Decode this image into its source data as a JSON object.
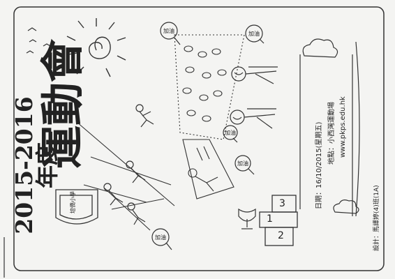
{
  "poster": {
    "title_year": "2015-2016年度",
    "title_main": "運動會",
    "event_date": "日期：16/10/2015(星期五)",
    "event_venue": "地點：小西灣運動場",
    "website": "www.pkps.edu.hk",
    "designer": "設計：馬譯婷(4)班(1A)",
    "school_badge_text": "培僑小學",
    "bubbles": {
      "cheer_top": "加油",
      "cheer_right": "加油",
      "cheer_mid": "加油",
      "cheer_lower": "加油",
      "cheer_bottom": "加油"
    },
    "podium": [
      "1",
      "2",
      "3"
    ]
  },
  "colors": {
    "ink": "#222222",
    "paper": "#f4f4f2"
  }
}
